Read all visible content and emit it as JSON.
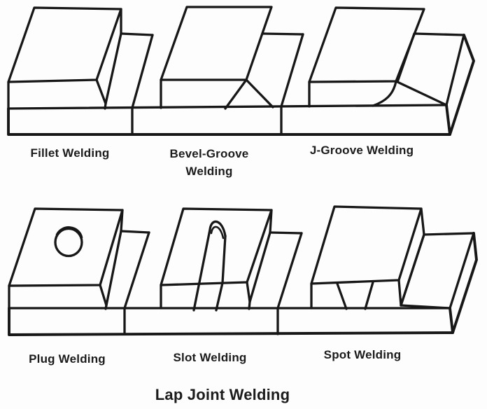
{
  "canvas": {
    "background": "#fdfdfd",
    "line_color": "#171717",
    "text_color": "#1b1b1b"
  },
  "title": {
    "text": "Lap Joint Welding"
  },
  "figures": [
    {
      "id": "fillet-welding",
      "label": "Fillet Welding"
    },
    {
      "id": "bevel-groove-welding",
      "label": "Bevel-Groove Welding"
    },
    {
      "id": "j-groove-welding",
      "label": "J-Groove Welding"
    },
    {
      "id": "plug-welding",
      "label": "Plug Welding"
    },
    {
      "id": "slot-welding",
      "label": "Slot Welding"
    },
    {
      "id": "spot-welding",
      "label": "Spot Welding"
    }
  ]
}
